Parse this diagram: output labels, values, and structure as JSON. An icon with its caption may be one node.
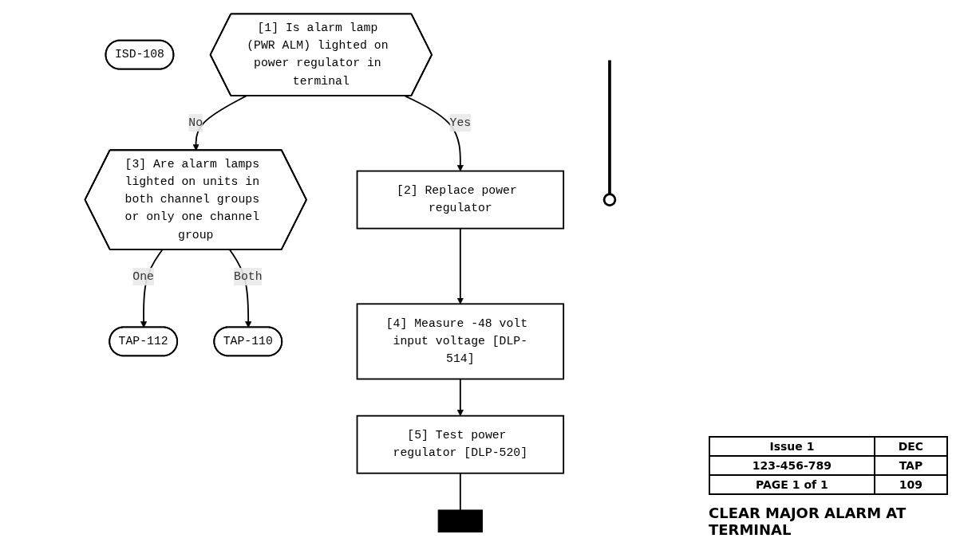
{
  "diagram": {
    "title": "CLEAR MAJOR ALARM AT TERMINAL",
    "nodes": [
      {
        "text": [
          "ISD-108"
        ]
      },
      {
        "text": [
          "[1] Is alarm lamp (PWR ALM) lighted on power regulator in terminal"
        ]
      },
      {
        "text": [
          "[3] Are alarm lamps lighted on units in both channel groups or only one channel group"
        ]
      },
      {
        "text": [
          "TAP-112"
        ]
      },
      {
        "text": [
          "[2] Replace power regulator"
        ]
      },
      {
        "text": [
          "TAP-110"
        ]
      },
      {
        "text": [
          "[4] Measure -48 volt input voltage [DLP-514]"
        ]
      },
      {
        "text": [
          "[5] Test power regulator [DLP-520]"
        ]
      },
      {
        "text": [],
        "shape": "bar"
      },
      {
        "text": [],
        "shape": "circle"
      }
    ],
    "edges": [
      {
        "from": 1,
        "to": 2,
        "label": "No",
        "arrow": "to"
      },
      {
        "from": 2,
        "to": 3,
        "label": "One",
        "arrow": "to"
      },
      {
        "from": 1,
        "to": 4,
        "label": "Yes",
        "arrow": "to"
      },
      {
        "from": 2,
        "to": 5,
        "label": "Both",
        "arrow": "to"
      },
      {
        "from": 4,
        "to": 6,
        "arrow": "to"
      },
      {
        "from": 6,
        "to": 7,
        "arrow": "to"
      },
      {
        "from": 7,
        "to": 8,
        "arrow": "none"
      },
      {
        "from": null,
        "to": 9,
        "arrow": "none",
        "style": "thick"
      }
    ],
    "labels": [
      "Issue 1",
      "DEC",
      "123-456-789",
      "TAP",
      "PAGE 1 of 1",
      "109"
    ]
  }
}
